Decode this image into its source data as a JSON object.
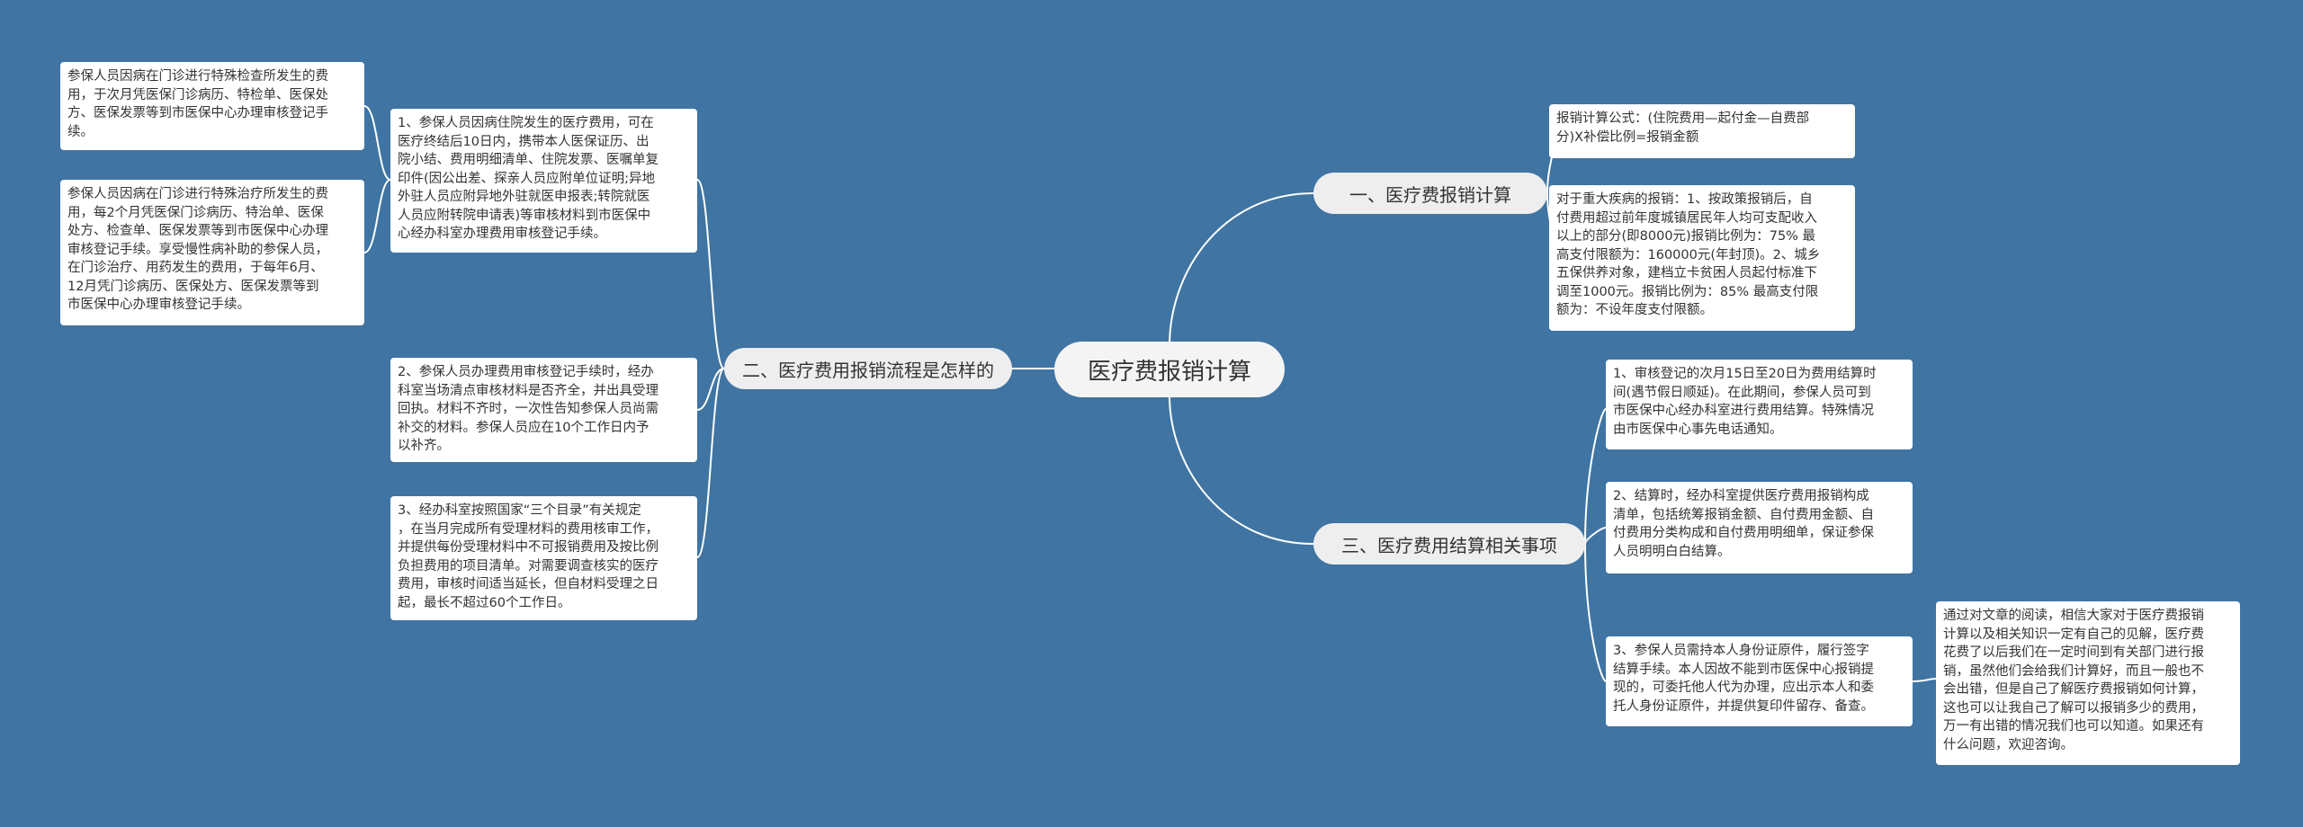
{
  "root": {
    "label": "医疗费报销计算"
  },
  "branches": {
    "b1": "一、医疗费报销计算",
    "b2": "二、医疗费用报销流程是怎样的",
    "b3": "三、医疗费用结算相关事项"
  },
  "leaves": {
    "b1_formula": "报销计算公式：(住院费用—起付金—自费部\n分)X补偿比例=报销金额",
    "b1_major": "对于重大疾病的报销：1、按政策报销后，自\n付费用超过前年度城镇居民年人均可支配收入\n以上的部分(即8000元)报销比例为：75% 最\n高支付限额为：160000元(年封顶)。2、城乡\n五保供养对象，建档立卡贫困人员起付标准下\n调至1000元。报销比例为：85% 最高支付限\n额为：不设年度支付限额。",
    "b2_1": "1、参保人员因病住院发生的医疗费用，可在\n医疗终结后10日内，携带本人医保证历、出\n院小结、费用明细清单、住院发票、医嘱单复\n印件(因公出差、探亲人员应附单位证明;异地\n外驻人员应附异地外驻就医申报表;转院就医\n人员应附转院申请表)等审核材料到市医保中\n心经办科室办理费用审核登记手续。",
    "b2_1a": "参保人员因病在门诊进行特殊检查所发生的费\n用，于次月凭医保门诊病历、特检单、医保处\n方、医保发票等到市医保中心办理审核登记手\n续。",
    "b2_1b": "参保人员因病在门诊进行特殊治疗所发生的费\n用，每2个月凭医保门诊病历、特治单、医保\n处方、检查单、医保发票等到市医保中心办理\n审核登记手续。享受慢性病补助的参保人员，\n在门诊治疗、用药发生的费用，于每年6月、\n12月凭门诊病历、医保处方、医保发票等到\n市医保中心办理审核登记手续。",
    "b2_2": "2、参保人员办理费用审核登记手续时，经办\n科室当场清点审核材料是否齐全，并出具受理\n回执。材料不齐时，一次性告知参保人员尚需\n补交的材料。参保人员应在10个工作日内予\n以补齐。",
    "b2_3": "3、经办科室按照国家“三个目录”有关规定\n，在当月完成所有受理材料的费用核审工作，\n并提供每份受理材料中不可报销费用及按比例\n负担费用的项目清单。对需要调查核实的医疗\n费用，审核时间适当延长，但自材料受理之日\n起，最长不超过60个工作日。",
    "b3_1": "1、审核登记的次月15日至20日为费用结算时\n间(遇节假日顺延)。在此期间，参保人员可到\n市医保中心经办科室进行费用结算。特殊情况\n由市医保中心事先电话通知。",
    "b3_2": "2、结算时，经办科室提供医疗费用报销构成\n清单，包括统筹报销金额、自付费用金额、自\n付费用分类构成和自付费用明细单，保证参保\n人员明明白白结算。",
    "b3_3": "3、参保人员需持本人身份证原件，履行签字\n结算手续。本人因故不能到市医保中心报销提\n现的，可委托他人代为办理，应出示本人和委\n托人身份证原件，并提供复印件留存、备查。",
    "b3_3a": "通过对文章的阅读，相信大家对于医疗费报销\n计算以及相关知识一定有自己的见解，医疗费\n花费了以后我们在一定时间到有关部门进行报\n销，虽然他们会给我们计算好，而且一般也不\n会出错，但是自己了解医疗费报销如何计算，\n这也可以让我自己了解可以报销多少的费用，\n万一有出错的情况我们也可以知道。如果还有\n什么问题，欢迎咨询。"
  },
  "colors": {
    "background": "#3f74a3",
    "link": "#ffffff",
    "node": "#eeeeee",
    "leaf": "#ffffff"
  }
}
